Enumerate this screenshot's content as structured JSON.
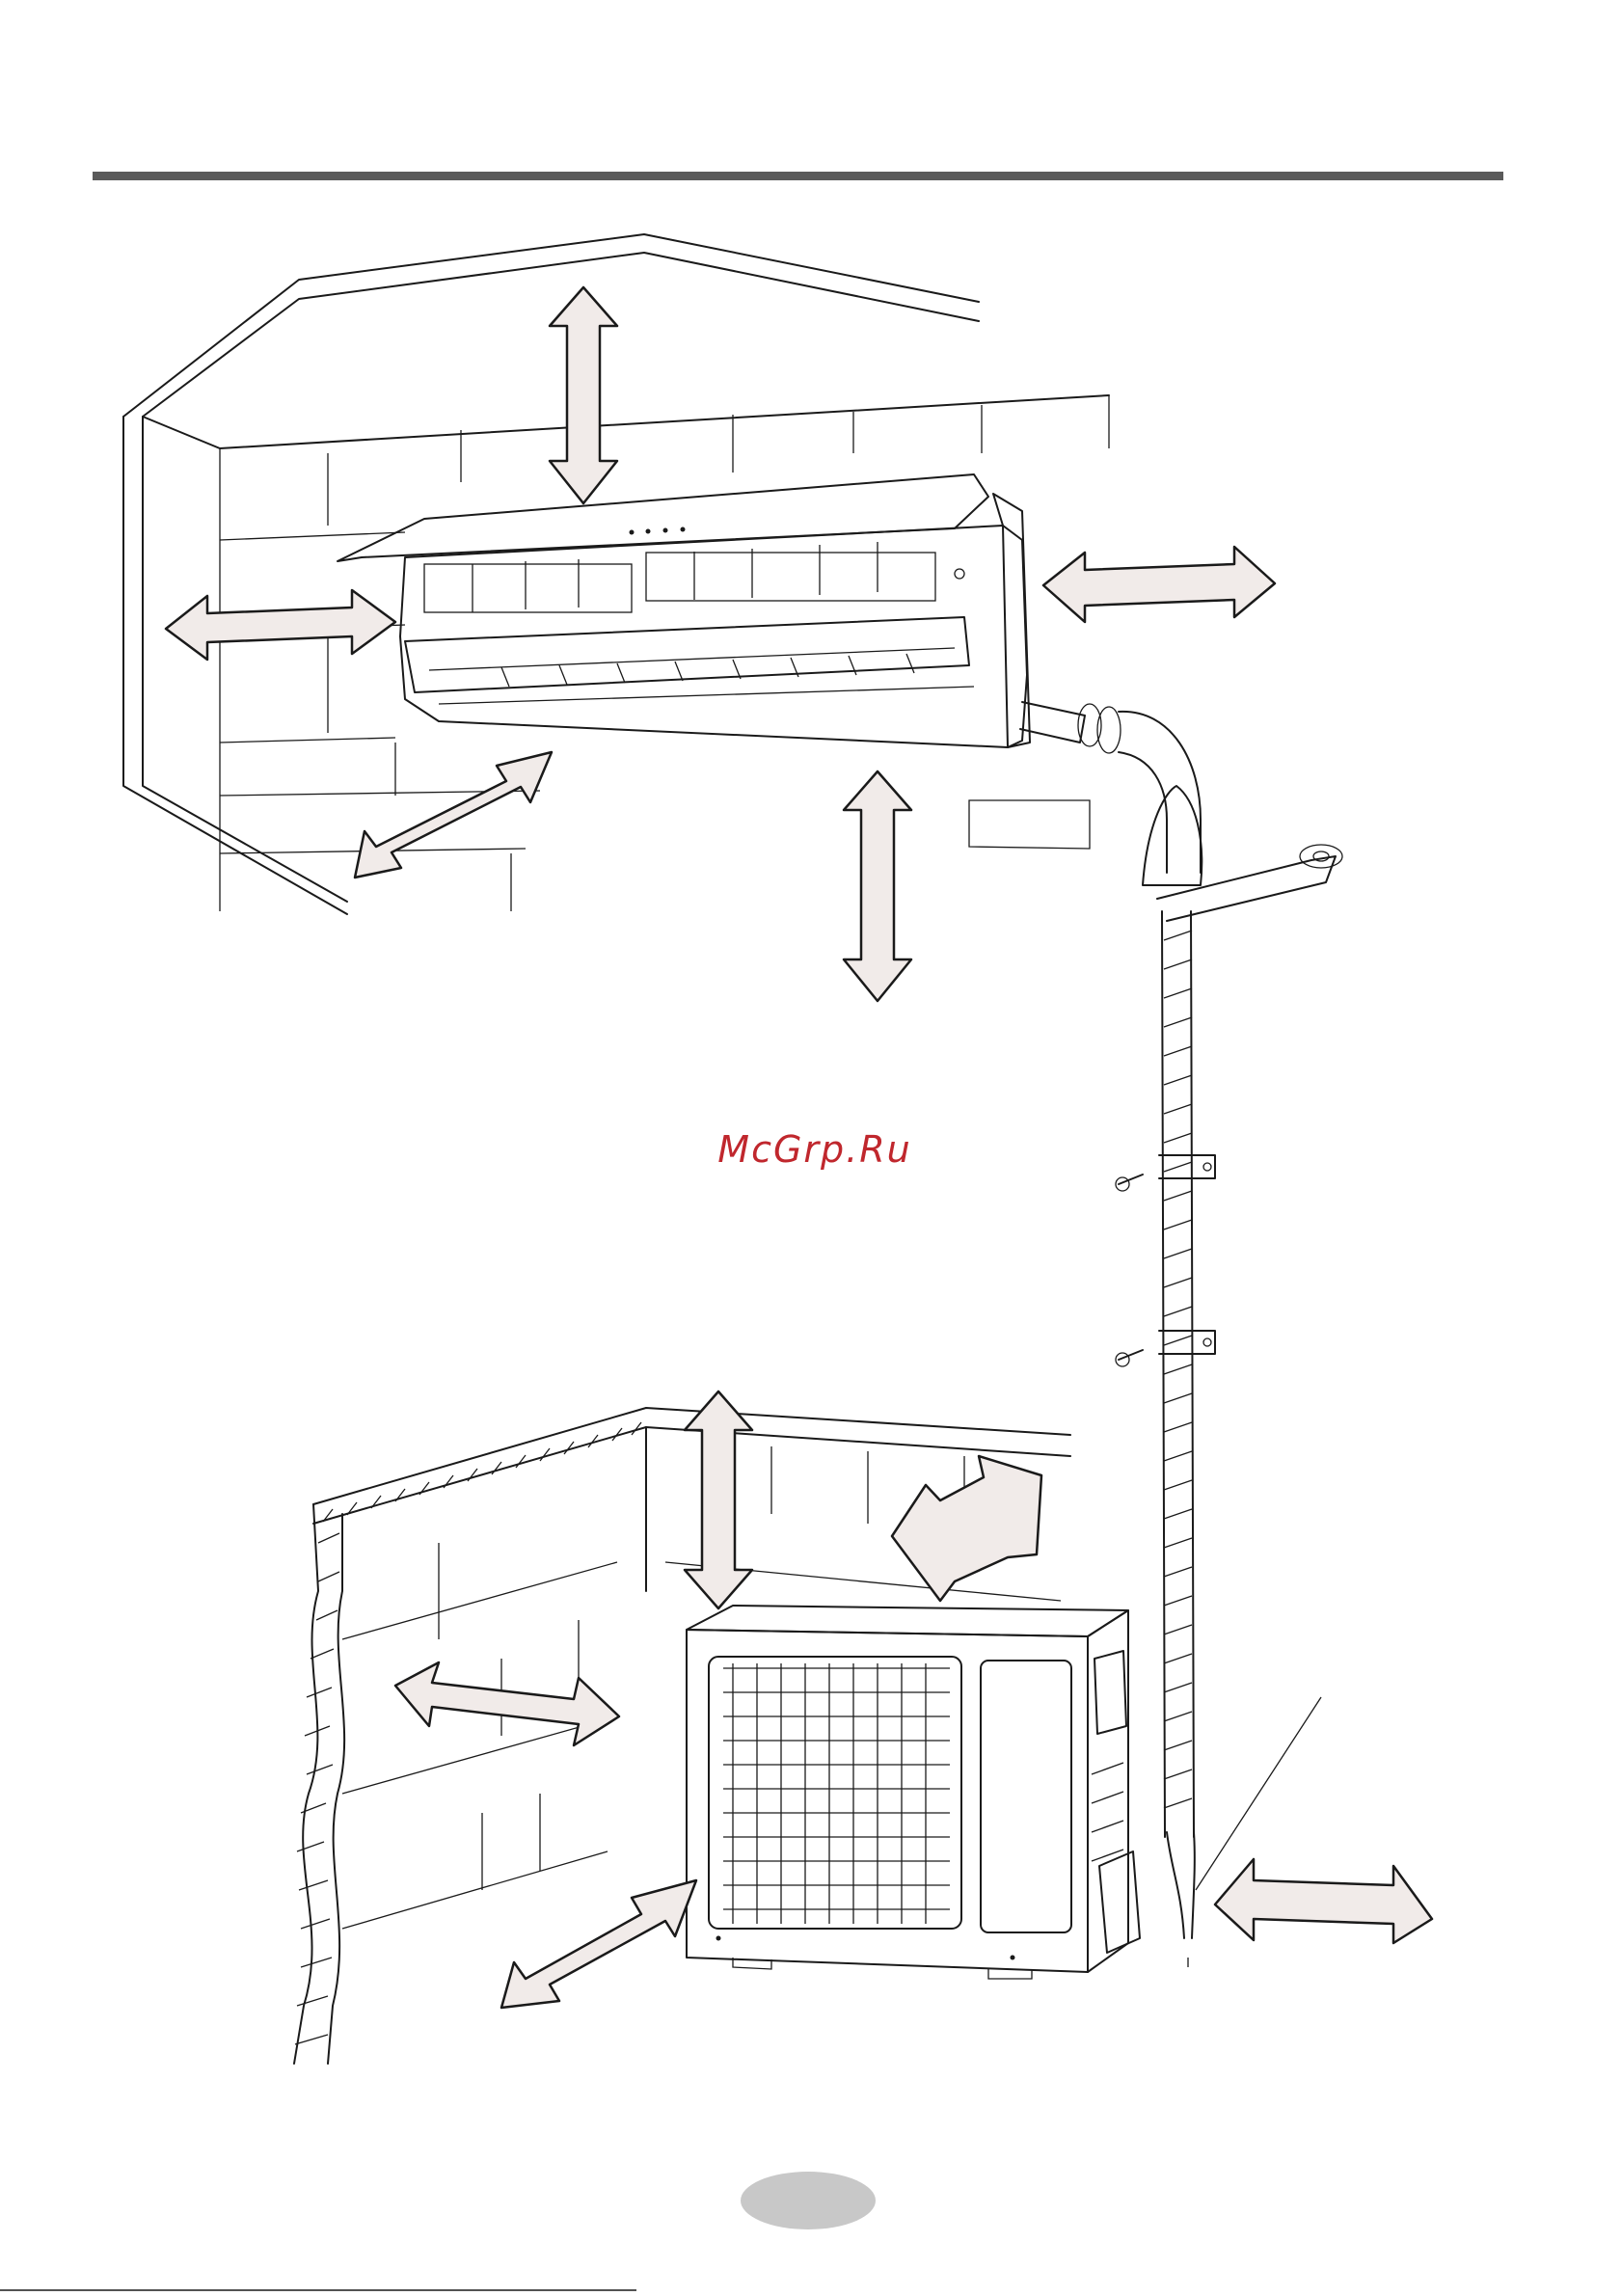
{
  "watermark": {
    "text": "McGrp.Ru",
    "color": "#c0272d"
  },
  "page_number": {
    "text": ""
  },
  "colors": {
    "rule": "#5a5a5a",
    "arrow_fill": "#f1ebe9",
    "line": "#1a1a1a",
    "page_badge": "#c8c8c8"
  },
  "indoor_unit": {
    "name": "indoor-unit",
    "clearance_arrows": 5
  },
  "outdoor_unit": {
    "name": "outdoor-unit",
    "clearance_arrows": 5
  }
}
